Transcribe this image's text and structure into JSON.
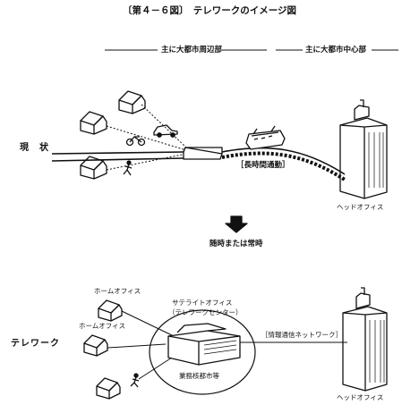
{
  "title": "〔第４－６図〕　テレワークのイメージ図",
  "headers": {
    "suburb": "主に大都市周辺部",
    "center": "主に大都市中心部"
  },
  "sections": {
    "current": "現　状",
    "telework": "テレワーク"
  },
  "current": {
    "commute": "［長時間通勤］",
    "head_office": "ヘッドオフィス"
  },
  "transition": "随時または常時",
  "telework": {
    "home_office_1": "ホームオフィス",
    "home_office_2": "ホームオフィス",
    "satellite_1": "サテライトオフィス",
    "satellite_2": "（テレワークセンター）",
    "network": "［情報通信ネットワーク］",
    "core_city": "業務核都市等",
    "head_office": "ヘッドオフィス"
  }
}
